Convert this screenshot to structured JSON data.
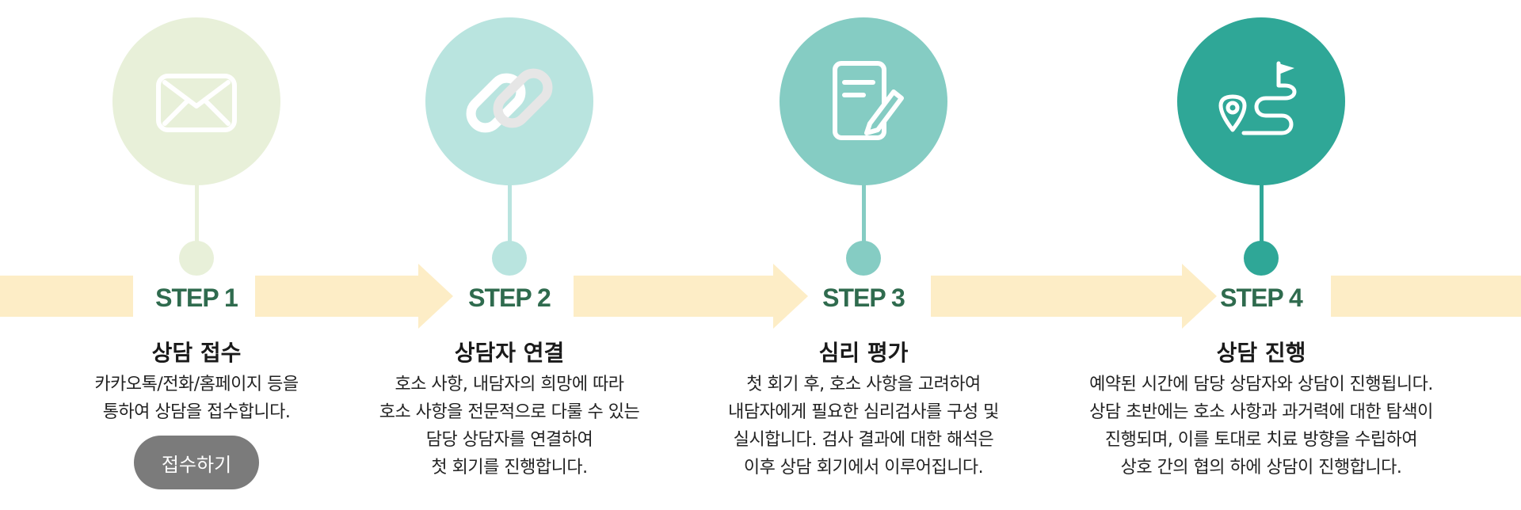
{
  "colors": {
    "arrow": "#fdedc6",
    "step_label": "#2f6b4e",
    "button_bg": "#7b7b7b"
  },
  "steps": [
    {
      "label": "STEP 1",
      "title": "상담 접수",
      "icon": "envelope-icon",
      "color": "#e8f0d9",
      "description": [
        "카카오톡/전화/홈페이지 등을",
        "통하여 상담을 접수합니다."
      ],
      "button": "접수하기"
    },
    {
      "label": "STEP 2",
      "title": "상담자 연결",
      "icon": "link-icon",
      "color": "#b9e4df",
      "description": [
        "호소 사항, 내담자의 희망에 따라",
        "호소 사항을 전문적으로 다룰 수 있는",
        "담당 상담자를 연결하여",
        "첫 회기를 진행합니다."
      ]
    },
    {
      "label": "STEP 3",
      "title": "심리 평가",
      "icon": "document-pencil-icon",
      "color": "#85ccc3",
      "description": [
        "첫 회기 후, 호소 사항을 고려하여",
        "내담자에게  필요한 심리검사를 구성 및",
        "실시합니다. 검사 결과에 대한 해석은",
        "이후 상담 회기에서 이루어집니다."
      ]
    },
    {
      "label": "STEP 4",
      "title": "상담 진행",
      "icon": "route-flag-icon",
      "color": "#2fa797",
      "description": [
        "예약된 시간에 담당 상담자와 상담이 진행됩니다.",
        "상담 초반에는 호소 사항과 과거력에 대한 탐색이",
        "진행되며, 이를 토대로 치료 방향을 수립하여",
        "상호 간의 협의 하에 상담이 진행합니다."
      ]
    }
  ]
}
